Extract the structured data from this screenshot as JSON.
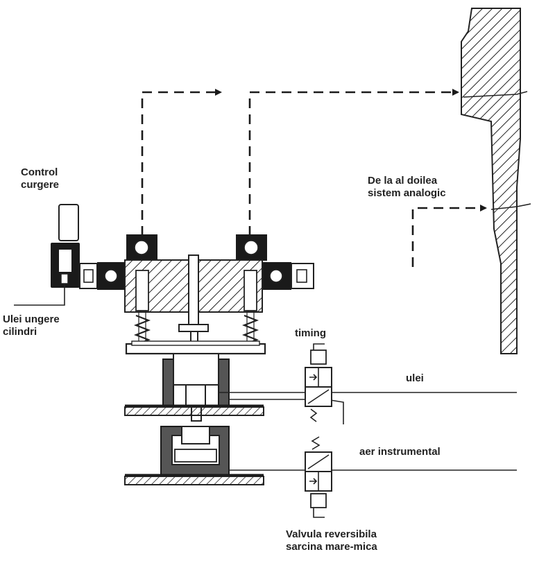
{
  "labels": {
    "control_curgere_1": "Control",
    "control_curgere_2": "curgere",
    "ulei_ungere_1": "Ulei ungere",
    "ulei_ungere_2": "cilindri",
    "de_la_al_doilea_1": "De la al doilea",
    "de_la_al_doilea_2": "sistem analogic",
    "timing": "timing",
    "ulei": "ulei",
    "aer_instrumental": "aer instrumental",
    "valvula_1": "Valvula reversibila",
    "valvula_2": "sarcina mare-mica"
  },
  "colors": {
    "ink": "#1a1a1a",
    "paper": "#ffffff",
    "fill_grey": "#555555"
  }
}
